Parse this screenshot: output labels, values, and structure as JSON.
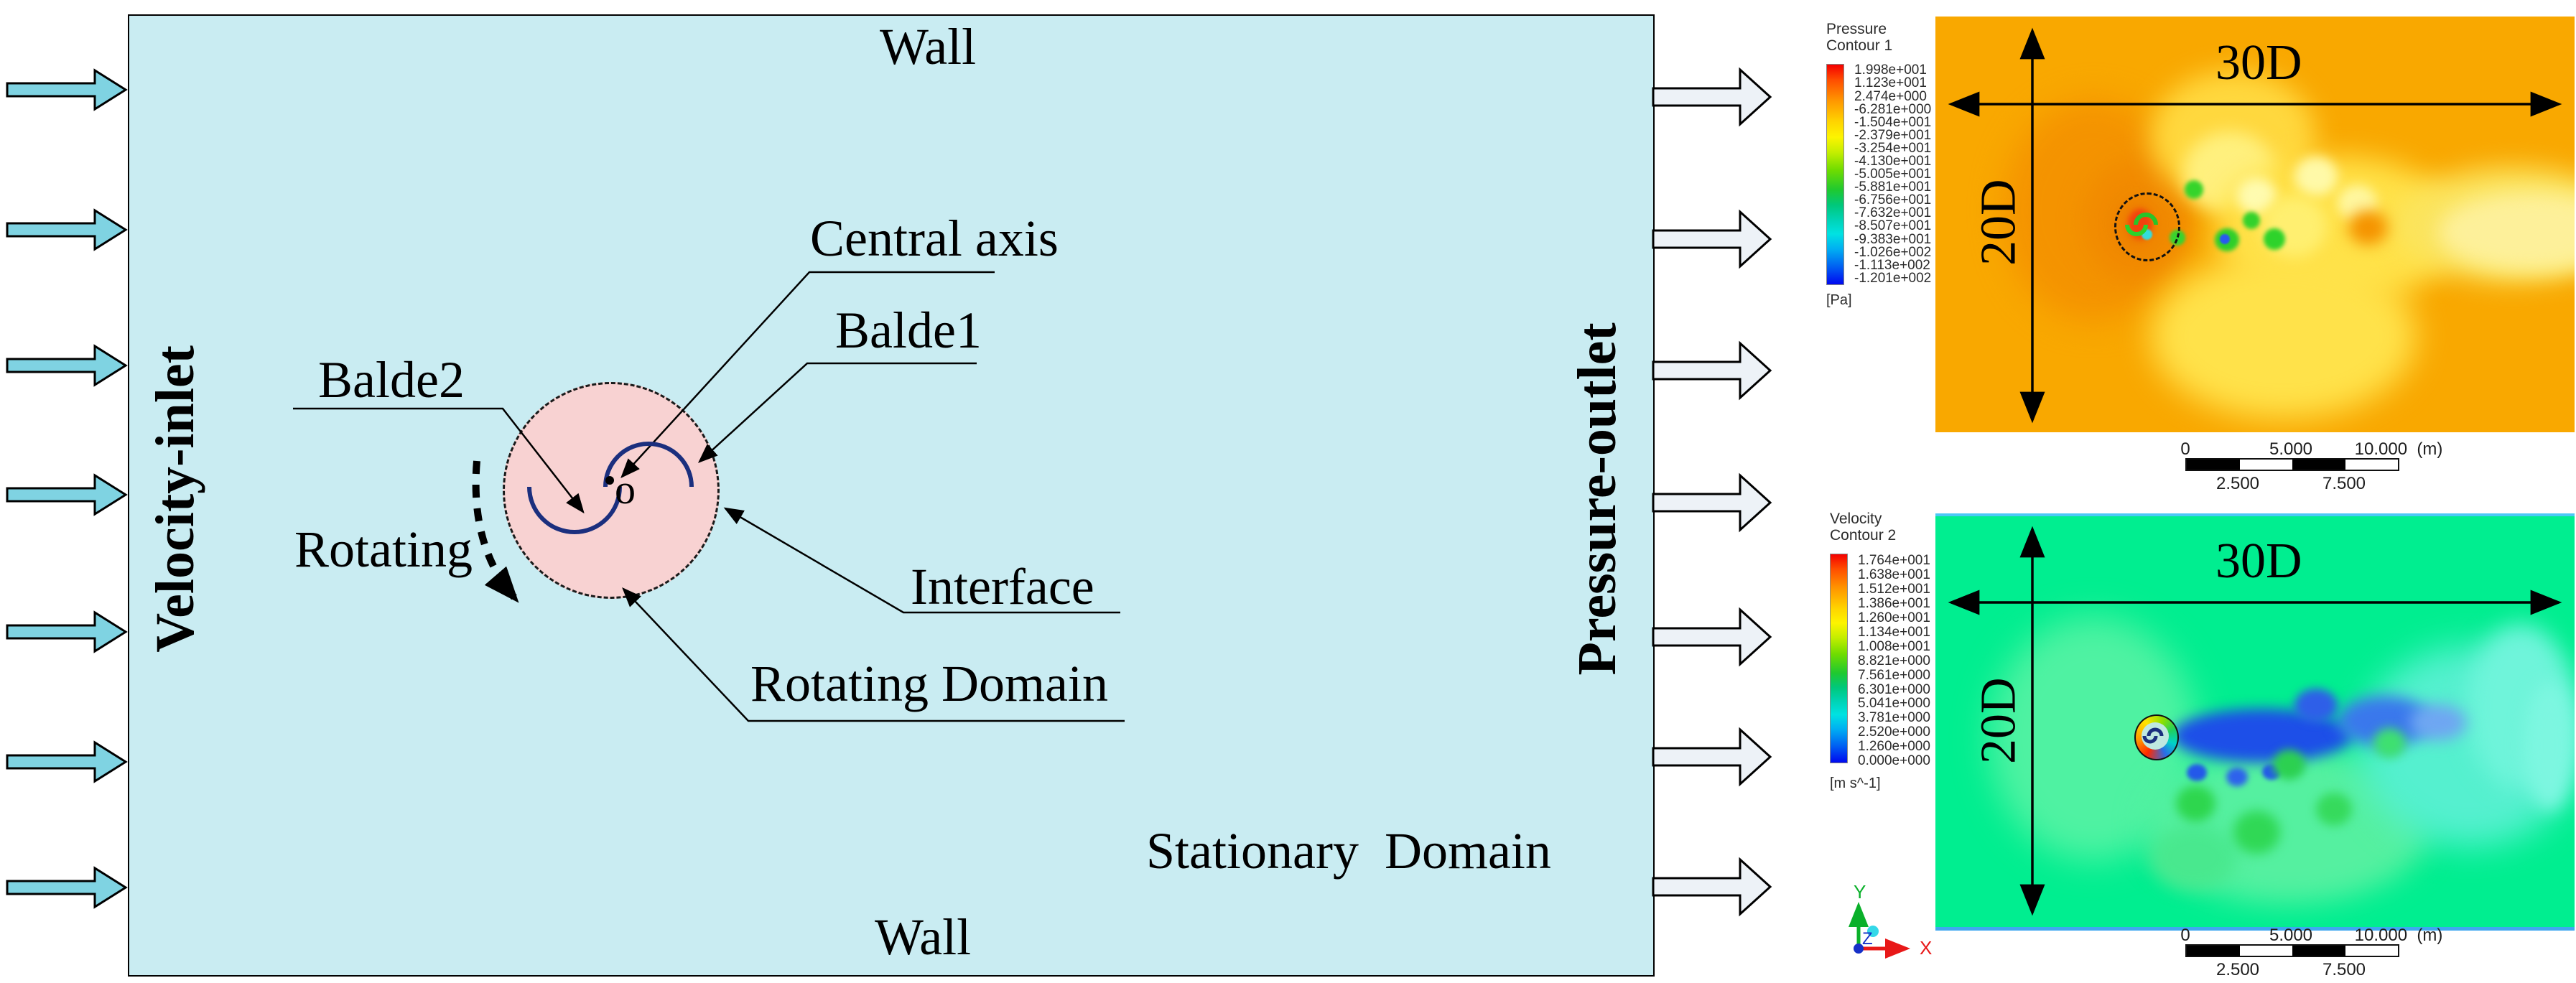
{
  "schematic": {
    "wall_top": "Wall",
    "wall_bottom": "Wall",
    "velocity_inlet": "Velocity-inlet",
    "pressure_outlet": "Pressure-outlet",
    "stationary_domain": "Stationary  Domain",
    "rotating_domain_label": "Rotating Domain",
    "interface_label": "Interface",
    "central_axis_label": "Central axis",
    "blade1_label": "Balde1",
    "blade2_label": "Balde2",
    "rotating_label": "Rotating",
    "origin_label": "o",
    "colors": {
      "domain_fill": "#c9ecf2",
      "rotating_domain_fill": "#f8d2d2",
      "blade_stroke": "#1b2f7e",
      "inlet_arrow_fill": "#7fd3e2",
      "outlet_arrow_fill": "#edf2f7"
    }
  },
  "pressure_plot": {
    "legend_title_line1": "Pressure",
    "legend_title_line2": "Contour 1",
    "values": [
      "1.998e+001",
      "1.123e+001",
      "2.474e+000",
      "-6.281e+000",
      "-1.504e+001",
      "-2.379e+001",
      "-3.254e+001",
      "-4.130e+001",
      "-5.005e+001",
      "-5.881e+001",
      "-6.756e+001",
      "-7.632e+001",
      "-8.507e+001",
      "-9.383e+001",
      "-1.026e+002",
      "-1.113e+002",
      "-1.201e+002"
    ],
    "unit": "[Pa]",
    "width_label": "30D",
    "height_label": "20D",
    "bg_color": "#f9a800"
  },
  "velocity_plot": {
    "legend_title_line1": "Velocity",
    "legend_title_line2": "Contour 2",
    "values": [
      "1.764e+001",
      "1.638e+001",
      "1.512e+001",
      "1.386e+001",
      "1.260e+001",
      "1.134e+001",
      "1.008e+001",
      "8.821e+000",
      "7.561e+000",
      "6.301e+000",
      "5.041e+000",
      "3.781e+000",
      "2.520e+000",
      "1.260e+000",
      "0.000e+000"
    ],
    "unit": "[m s^-1]",
    "width_label": "30D",
    "height_label": "20D",
    "bg_color": "#00ee90"
  },
  "scalebar": {
    "top_labels": [
      "0",
      "5.000",
      "10.000  (m)"
    ],
    "bottom_labels": [
      "2.500",
      "7.500"
    ]
  },
  "triad": {
    "x_label": "X",
    "y_label": "Y",
    "z_label": "Z"
  }
}
